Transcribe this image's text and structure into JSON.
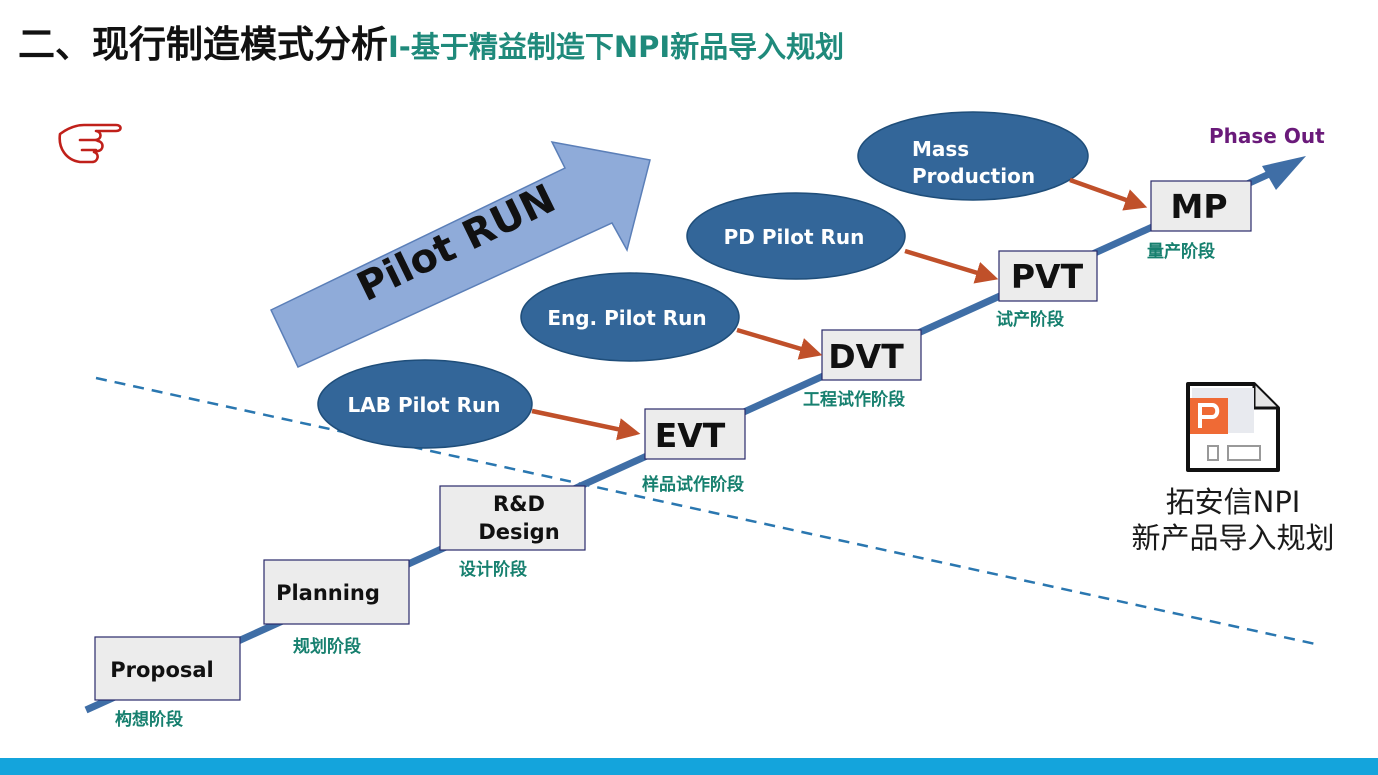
{
  "title": {
    "main": "二、现行制造模式分析",
    "separator": "I-",
    "subtitle": "基于精益制造下NPI新品导入规划"
  },
  "diagram": {
    "pilot_banner": "Pilot RUN",
    "phase_out": "Phase Out",
    "stages": [
      {
        "label": "Proposal",
        "sublabel": "构想阶段"
      },
      {
        "label": "Planning",
        "sublabel": "规划阶段"
      },
      {
        "label_line1": "R&D",
        "label_line2": "Design",
        "sublabel": "设计阶段"
      },
      {
        "label": "EVT",
        "sublabel": "样品试作阶段"
      },
      {
        "label": "DVT",
        "sublabel": "工程试作阶段"
      },
      {
        "label": "PVT",
        "sublabel": "试产阶段"
      },
      {
        "label": "MP",
        "sublabel": "量产阶段"
      }
    ],
    "pilot_runs": [
      {
        "label": "LAB Pilot Run"
      },
      {
        "label": "Eng. Pilot Run"
      },
      {
        "label": "PD Pilot Run"
      },
      {
        "label_line1": "Mass",
        "label_line2": "Production"
      }
    ]
  },
  "file_icon": {
    "icon": "presentation-file-icon",
    "caption_line1": "拓安信NPI",
    "caption_line2": "新产品导入规划"
  },
  "pointer_icon": "pointing-hand-icon",
  "colors": {
    "title_sub": "#1f8a7b",
    "ellipse_fill": "#336699",
    "arrow_red": "#c0502a",
    "main_line": "#3f6ea6",
    "banner_fill": "#8fabd9",
    "phase_out": "#6a1a7a",
    "stage_sublabel": "#17806f",
    "bottom_bar": "#14a4dc"
  }
}
